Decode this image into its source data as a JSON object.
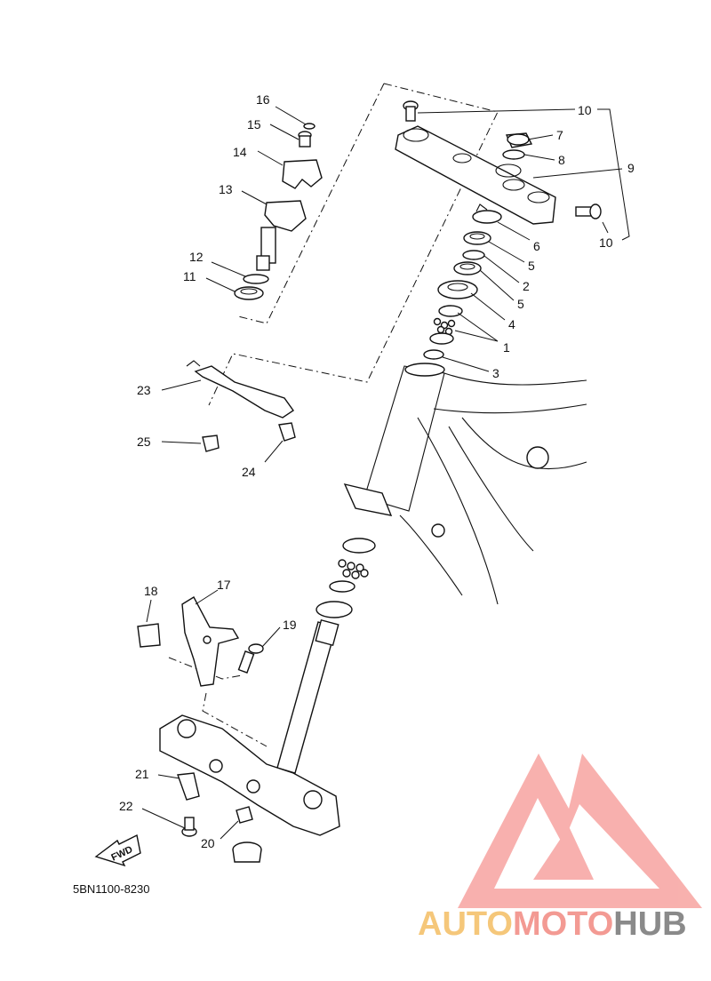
{
  "diagram_code": "5BN1100-8230",
  "fwd_label": "FWD",
  "watermark": {
    "text_part1": "AUTO",
    "text_part2": "MOTO",
    "text_part3": "HUB",
    "color_part1": "#f5c77a",
    "color_part2": "#f39a93",
    "color_part3": "#8a8a8a",
    "logo_color": "#f7a3a0"
  },
  "callouts": {
    "c1": "1",
    "c2": "2",
    "c3": "3",
    "c4": "4",
    "c5a": "5",
    "c5b": "5",
    "c6": "6",
    "c7": "7",
    "c8": "8",
    "c9": "9",
    "c10a": "10",
    "c10b": "10",
    "c11": "11",
    "c12": "12",
    "c13": "13",
    "c14": "14",
    "c15": "15",
    "c16": "16",
    "c17": "17",
    "c18": "18",
    "c19": "19",
    "c20": "20",
    "c21": "21",
    "c22": "22",
    "c23": "23",
    "c24": "24",
    "c25": "25"
  }
}
